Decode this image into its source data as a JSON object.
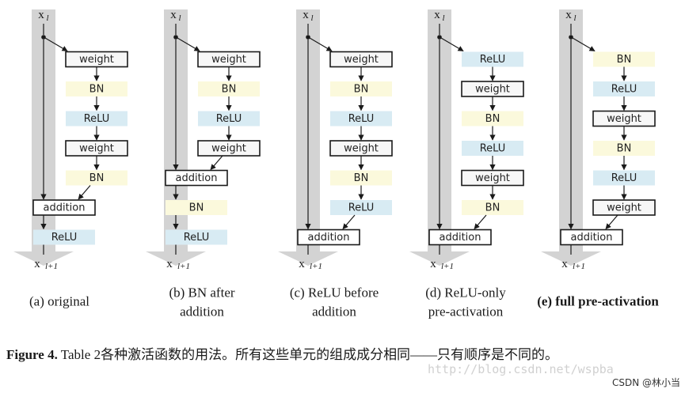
{
  "diagram": {
    "input_label": "x",
    "input_sub": "l",
    "output_label": "x",
    "output_sub": "l+1",
    "colors": {
      "pipe": "#d3d3d3",
      "bn_fill": "#fbf9dc",
      "relu_fill": "#d8ebf3",
      "weight_fill": "#f7f7f7"
    },
    "panels": [
      {
        "id": "a",
        "caption": [
          "(a) original"
        ],
        "caption_bold": false,
        "branch": [
          "weight",
          "BN",
          "ReLU",
          "weight",
          "BN"
        ],
        "after": [
          "ReLU"
        ]
      },
      {
        "id": "b",
        "caption": [
          "(b) BN after",
          "addition"
        ],
        "caption_bold": false,
        "branch": [
          "weight",
          "BN",
          "ReLU",
          "weight"
        ],
        "after": [
          "BN",
          "ReLU"
        ]
      },
      {
        "id": "c",
        "caption": [
          "(c) ReLU before",
          "addition"
        ],
        "caption_bold": false,
        "branch": [
          "weight",
          "BN",
          "ReLU",
          "weight",
          "BN",
          "ReLU"
        ],
        "after": []
      },
      {
        "id": "d",
        "caption": [
          "(d) ReLU-only",
          "pre-activation"
        ],
        "caption_bold": false,
        "branch": [
          "ReLU",
          "weight",
          "BN",
          "ReLU",
          "weight",
          "BN"
        ],
        "after": []
      },
      {
        "id": "e",
        "caption": [
          "(e) full pre-activation"
        ],
        "caption_bold": true,
        "branch": [
          "BN",
          "ReLU",
          "weight",
          "BN",
          "ReLU",
          "weight"
        ],
        "after": []
      }
    ],
    "addition_label": "addition"
  },
  "caption": {
    "figure": "Figure 4.",
    "text": " Table 2各种激活函数的用法。所有这些单元的组成成分相同——只有顺序是不同的。"
  },
  "watermark": "http://blog.csdn.net/wspba",
  "credit": "CSDN @林小当"
}
